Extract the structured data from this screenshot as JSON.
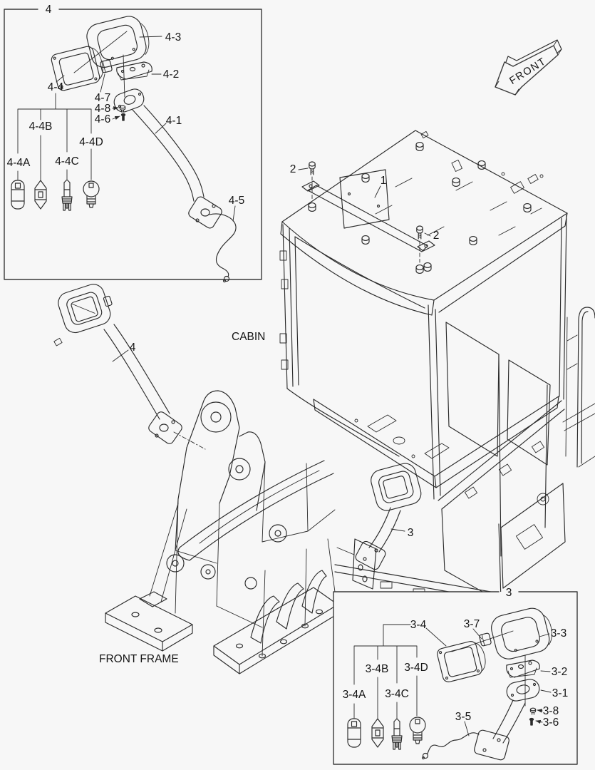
{
  "document": {
    "type": "exploded-parts-diagram",
    "subject": "cabin work lamp installation",
    "background_color": "#f7f7f7",
    "line_color": "#2b2b2b",
    "text_color": "#141414"
  },
  "front_arrow": {
    "label": "FRONT"
  },
  "cabin_view": {
    "caption": "CABIN",
    "callout_bracket": "1",
    "callout_bolt_left": "2",
    "callout_bolt_right": "2",
    "callout_lamp_assy_left": "4",
    "callout_lamp_assy_center": "3"
  },
  "front_frame_view": {
    "caption": "FRONT FRAME"
  },
  "detail_box_4": {
    "title": "4",
    "arm": "4-1",
    "bracket": "4-2",
    "bezel": "4-3",
    "lamp": "4-4",
    "harness": "4-5",
    "screw_lower": "4-6",
    "knob": "4-7",
    "screw_upper": "4-8",
    "bulb_a": "4-4A",
    "bulb_b": "4-4B",
    "bulb_c": "4-4C",
    "bulb_d": "4-4D"
  },
  "detail_box_3": {
    "title": "3",
    "arm": "3-1",
    "bracket": "3-2",
    "bezel": "3-3",
    "lamp": "3-4",
    "harness": "3-5",
    "screw_lower": "3-6",
    "knob": "3-7",
    "screw_upper": "3-8",
    "bulb_a": "3-4A",
    "bulb_b": "3-4B",
    "bulb_c": "3-4C",
    "bulb_d": "3-4D"
  }
}
